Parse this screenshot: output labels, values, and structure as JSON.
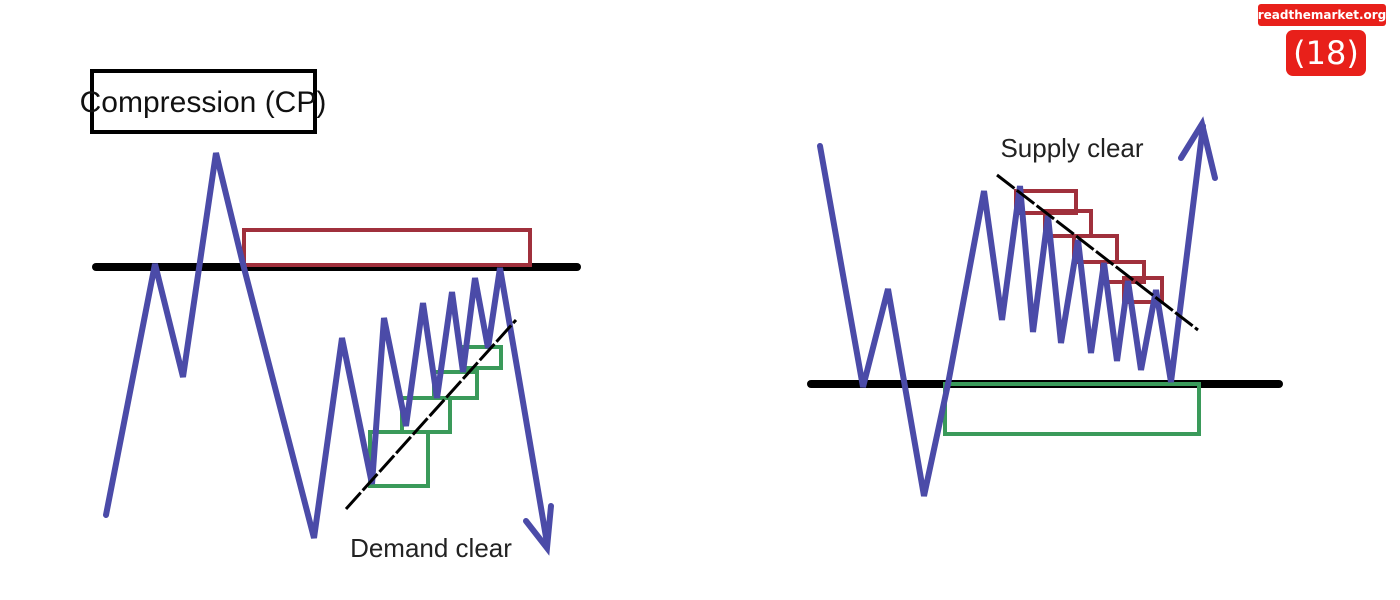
{
  "title": "Compression (CP)",
  "left_panel": {
    "annotation": "Demand clear"
  },
  "right_panel": {
    "annotation": "Supply clear"
  },
  "badges": {
    "site": "readthemarket.org",
    "page": "(18)"
  },
  "colors": {
    "price_line": "#4b4ba8",
    "level_line": "#000000",
    "supply_zone": "#a0303c",
    "demand_zone": "#3a9a5a",
    "trendline": "#000000",
    "badge": "#e8201a"
  }
}
